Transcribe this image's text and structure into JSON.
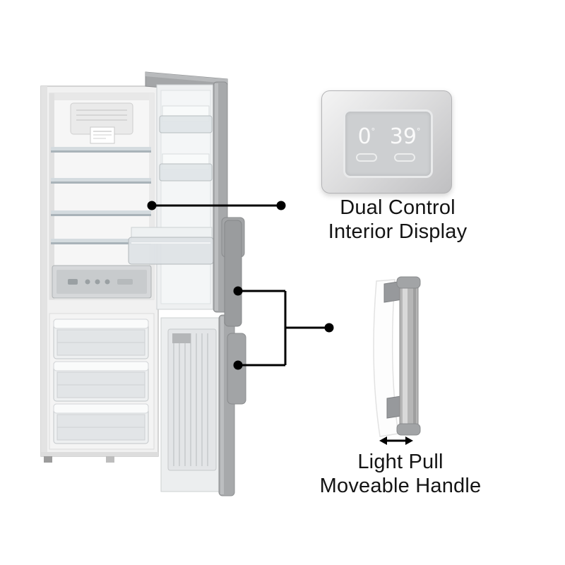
{
  "illustrations": {
    "refrigerator": "bottom-freezer refrigerator shown with both doors open",
    "display_photo": "interior temperature display panel",
    "handle_photo": "door handle on glass edge with movement arrow"
  },
  "callouts": {
    "display": {
      "label_line1": "Dual Control",
      "label_line2": "Interior Display",
      "readout_left": "0",
      "readout_right": "39",
      "degree_symbol": "°"
    },
    "handle": {
      "label_line1": "Light Pull",
      "label_line2": "Moveable Handle"
    }
  },
  "icons": {
    "move_arrow": "↔"
  },
  "colors": {
    "background": "#ffffff",
    "door_grey": "#a7a9ab",
    "connector_black": "#000000",
    "display_panel_grey": "#cdcfd1",
    "readout_white": "#fafafa",
    "label_text": "#141414"
  }
}
